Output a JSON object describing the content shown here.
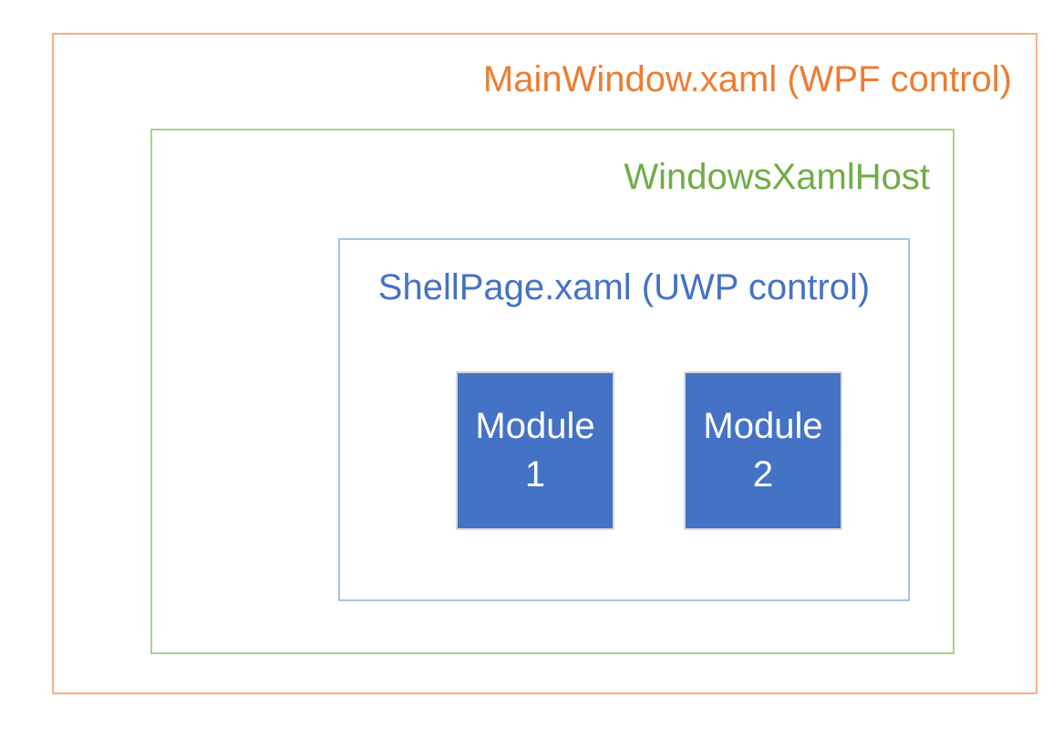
{
  "diagram": {
    "title": "MainWindow.xaml (WPF control)",
    "outer_box": {
      "label": "MainWindow.xaml (WPF control)",
      "border_color": "#F4B183",
      "text_color": "#ED7D31"
    },
    "host_box": {
      "label": "WindowsXamlHost",
      "border_color": "#A9D18E",
      "text_color": "#70AD47"
    },
    "shell_box": {
      "label": "ShellPage.xaml (UWP control)",
      "border_color": "#AAC4E6",
      "text_color": "#4472C4"
    },
    "modules": [
      {
        "label": "Module 1",
        "line1": "Module",
        "line2": "1",
        "fill_color": "#4472C4",
        "text_color": "#FFFFFF",
        "border_color": "#D8D8DB"
      },
      {
        "label": "Module 2",
        "line1": "Module",
        "line2": "2",
        "fill_color": "#4472C4",
        "text_color": "#FFFFFF",
        "border_color": "#D8D8DB"
      }
    ],
    "background_color": "#FFFFFF"
  }
}
